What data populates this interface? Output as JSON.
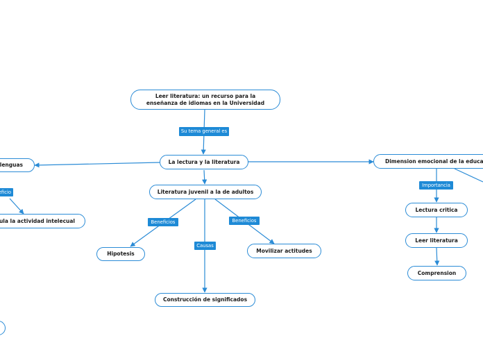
{
  "colors": {
    "line": "#2a8bd6",
    "tag_bg": "#1e8ad6",
    "node_border": "#2a8bd6"
  },
  "nodes": {
    "root_line1": "Leer literatura: un recurso para la",
    "root_line2": "enseñanza de idiomas en la Universidad",
    "lectura_literatura": "La lectura y la literatura",
    "lenguas": "lenguas",
    "estimula": "mula la actividad intelecual",
    "juvenil": "Literatura juvenil a la de adultos",
    "hipotesis": "Hipotesis",
    "movilizar": "Movilizar actitudes",
    "construccion": "Construcción de significados",
    "dimension": "Dimension emocional de la educacion",
    "lectura_critica": "Lectura critica",
    "leer_literatura": "Leer literatura",
    "comprension": "Comprension"
  },
  "tags": {
    "tema": "Su tema general es",
    "beneficio": "eficio",
    "beneficios_left": "Beneficios",
    "beneficios_right": "Beneficios",
    "causas": "Causas",
    "importancia": "Importancia"
  }
}
